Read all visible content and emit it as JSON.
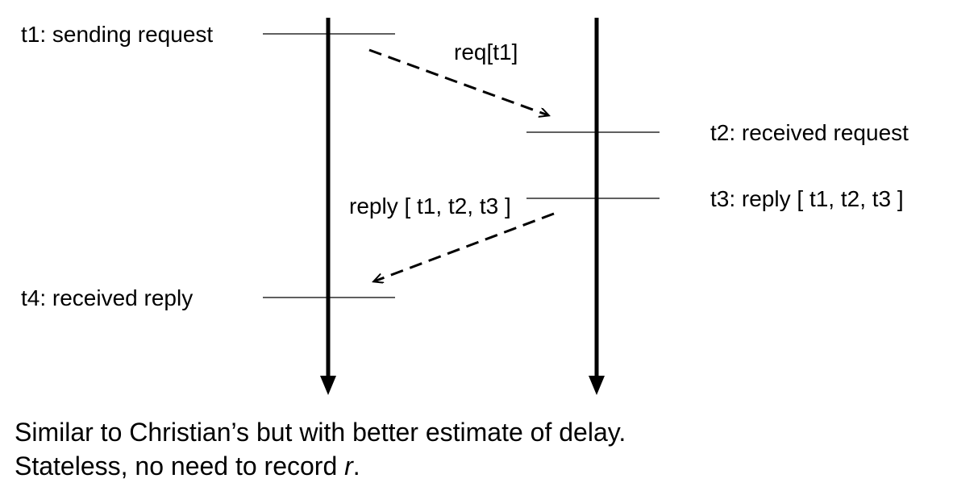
{
  "labels": {
    "t1": "t1: sending request",
    "t2": "t2: received request",
    "t3": "t3: reply [ t1, t2, t3 ]",
    "t4": "t4: received reply"
  },
  "messages": {
    "request": "req[t1]",
    "reply": "reply [ t1, t2, t3 ]"
  },
  "caption": {
    "line1": "Similar to Christian’s but with better estimate of delay.",
    "line2_prefix": "Stateless, no need to record ",
    "line2_var": "r",
    "line2_suffix": "."
  }
}
